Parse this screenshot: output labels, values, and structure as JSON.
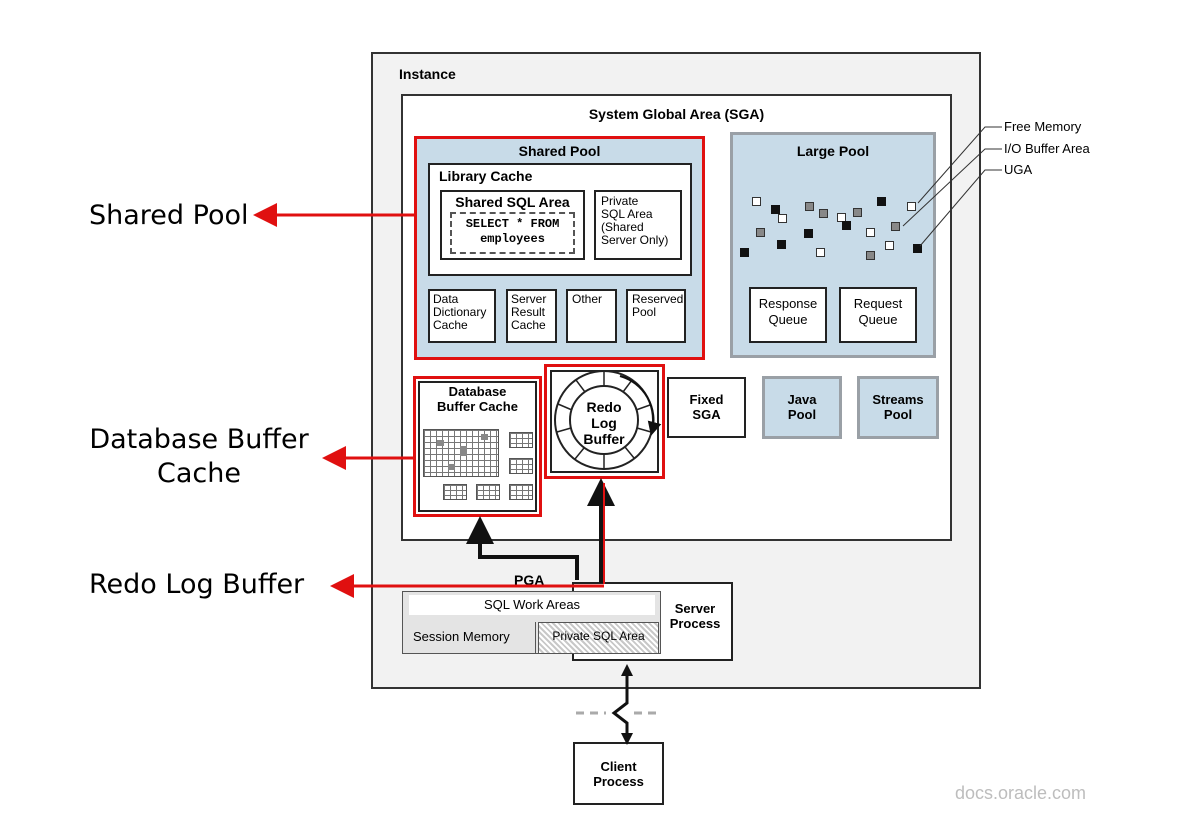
{
  "instance": {
    "label": "Instance"
  },
  "sga": {
    "label": "System Global Area (SGA)"
  },
  "shared_pool": {
    "title": "Shared Pool",
    "library_cache": {
      "title": "Library Cache",
      "shared_sql_area": {
        "title": "Shared SQL Area",
        "sql_line1": "SELECT * FROM",
        "sql_line2": "employees"
      },
      "private_sql_area": [
        "Private",
        "SQL Area",
        "(Shared",
        "Server Only)"
      ]
    },
    "components": [
      [
        "Data",
        "Dictionary",
        "Cache"
      ],
      [
        "Server",
        "Result",
        "Cache"
      ],
      [
        "Other"
      ],
      [
        "Reserved",
        "Pool"
      ]
    ]
  },
  "large_pool": {
    "title": "Large Pool",
    "response_queue": [
      "Response",
      "Queue"
    ],
    "request_queue": [
      "Request",
      "Queue"
    ]
  },
  "legend": {
    "free_memory": "Free Memory",
    "io_buffer_area": "I/O Buffer Area",
    "uga": "UGA"
  },
  "db_buffer_cache": [
    "Database",
    "Buffer Cache"
  ],
  "redo_log_buffer": [
    "Redo",
    "Log",
    "Buffer"
  ],
  "fixed_sga": [
    "Fixed",
    "SGA"
  ],
  "java_pool": [
    "Java",
    "Pool"
  ],
  "streams_pool": [
    "Streams",
    "Pool"
  ],
  "pga": {
    "title": "PGA",
    "sql_work_areas": "SQL Work Areas",
    "session_memory": "Session Memory",
    "private_sql_area": "Private SQL Area"
  },
  "server_process": [
    "Server",
    "Process"
  ],
  "client_process": [
    "Client",
    "Process"
  ],
  "annotations": {
    "shared_pool": "Shared Pool",
    "db_buffer_cache": [
      "Database Buffer",
      "Cache"
    ],
    "redo_log_buffer": "Redo Log Buffer"
  },
  "watermark": "docs.oracle.com",
  "colors": {
    "highlight": "#e01010",
    "pool_fill": "#c8dbe8",
    "border_gray": "#9aa0a6"
  }
}
